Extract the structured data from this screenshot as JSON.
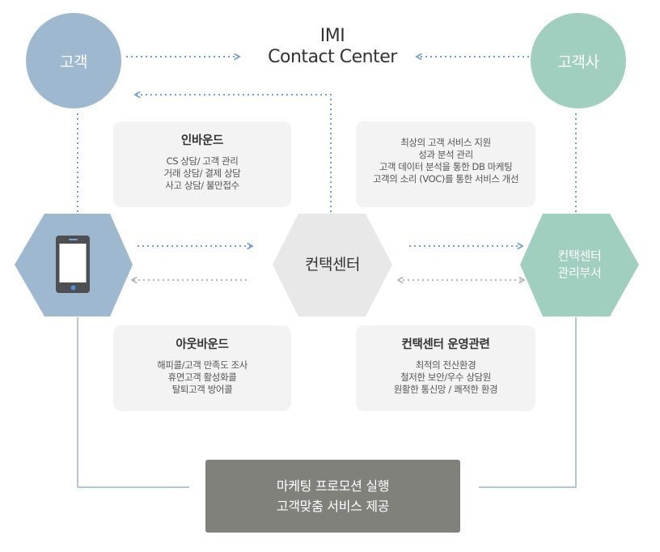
{
  "title": {
    "line1": "IMI",
    "line2": "Contact Center"
  },
  "nodes": {
    "customer": "고객",
    "client_company": "고객사",
    "contact_center": "컨택센터",
    "management_dept": [
      "컨택센터",
      "관리부서"
    ]
  },
  "panels": {
    "inbound": {
      "title": "인바운드",
      "lines": [
        "CS 상담/ 고객 관리",
        "거래 상담/ 결제 상담",
        "사고 상담/ 불만접수"
      ]
    },
    "client_services": {
      "lines": [
        "최상의 고객 서비스 지원",
        "성과 분석 관리",
        "고객 데이터 분석을 통한 DB 마케팅",
        "고객의 소리 (VOC)를 통한 서비스 개선"
      ]
    },
    "outbound": {
      "title": "아웃바운드",
      "lines": [
        "해피콜/고객 만족도 조사",
        "휴면고객 활성화콜",
        "탈퇴고객 방어콜"
      ]
    },
    "operations": {
      "title": "컨택센터 운영관련",
      "lines": [
        "최적의 전산환경",
        "철저한 보안/우수 상담원",
        "원활한 통신망 / 쾌적한 환경"
      ]
    }
  },
  "bottom_box": {
    "line1": "마케팅 프로모션 실행",
    "line2": "고객맞춤 서비스 제공"
  },
  "icons": {
    "device": "smartphone-icon"
  },
  "colors": {
    "customer_blue": "#9db8cf",
    "client_green": "#a0cfc0",
    "hex_gray": "#e8e8e8",
    "arrow_blue": "#6f9fd3",
    "arrow_gray": "#b7b7b7",
    "bottom_box": "#7f817a",
    "panel_bg": "#f3f3f3"
  }
}
